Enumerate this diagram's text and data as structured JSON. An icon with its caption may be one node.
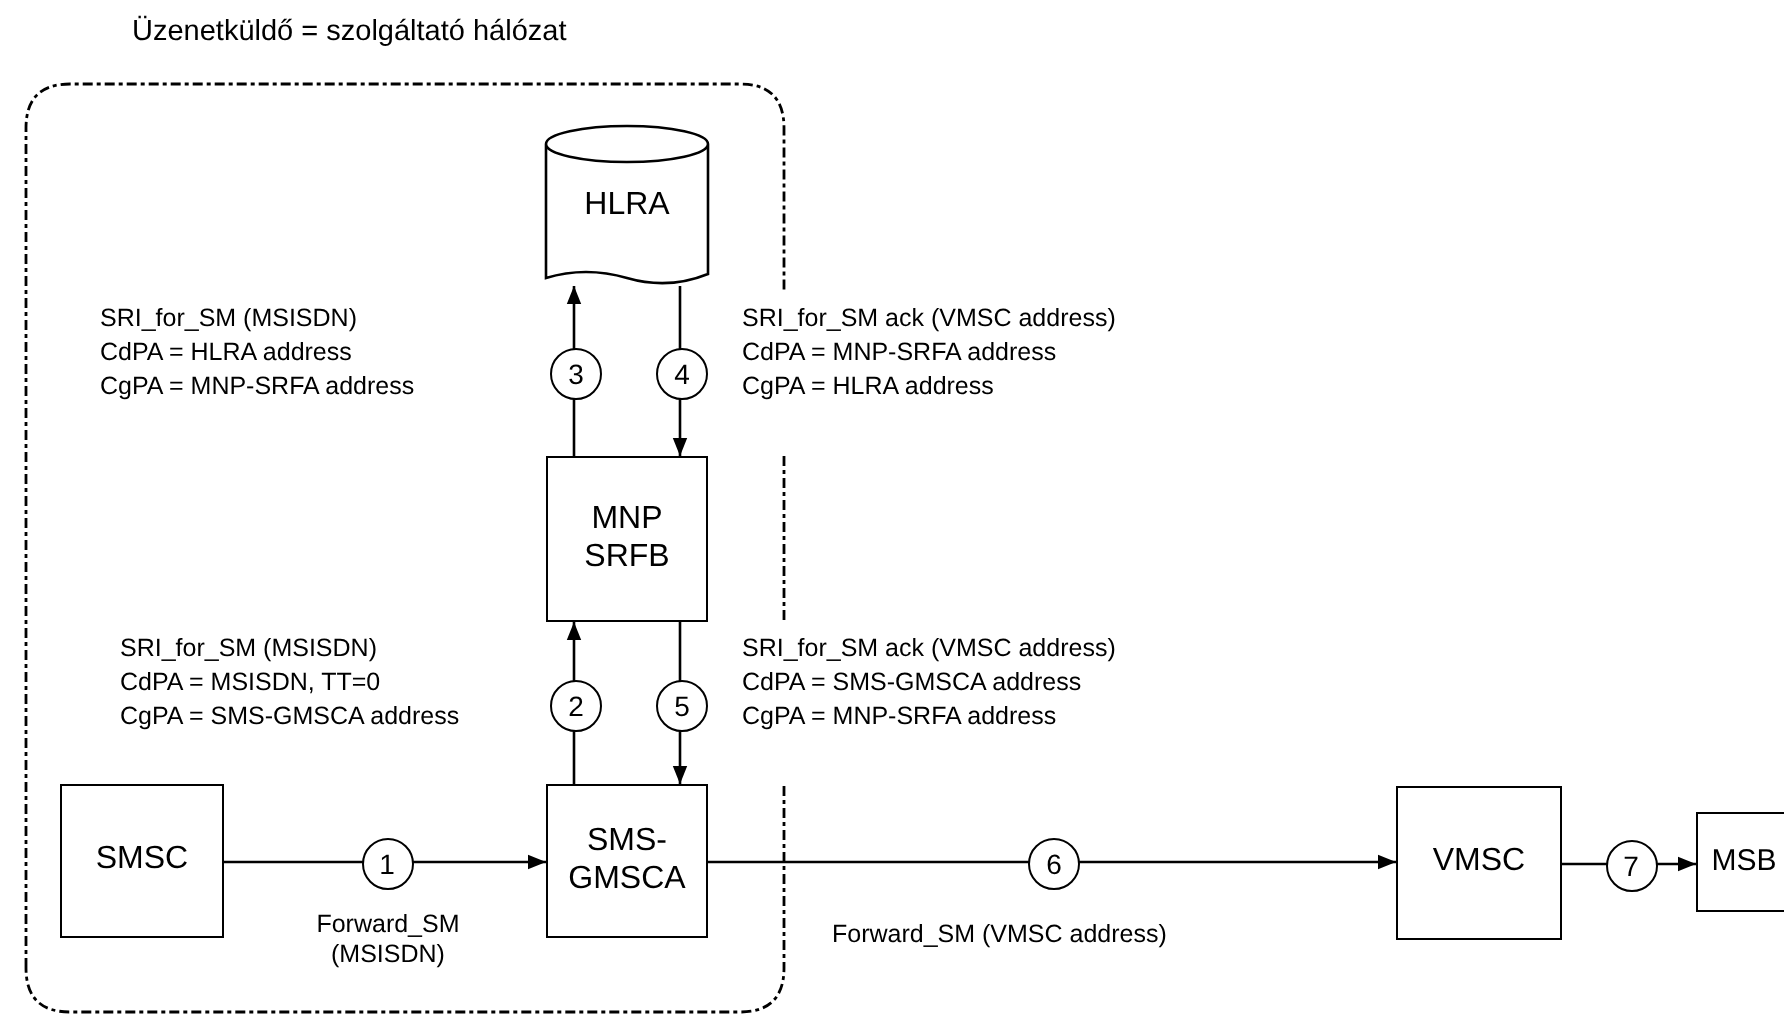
{
  "diagram": {
    "nodes": [
      {
        "text": [
          "Üzenetküldő = szolgáltató hálózat"
        ]
      },
      {
        "text": [
          "HLRA"
        ],
        "in": 0
      },
      {
        "text": [
          "MNP SRFB"
        ],
        "in": 0
      },
      {
        "text": [
          "SMSC"
        ],
        "in": 0
      },
      {
        "text": [
          "SMS- GMSCA"
        ],
        "in": 0
      },
      {
        "text": [
          "VMSC"
        ]
      },
      {
        "text": [
          "MSB"
        ]
      }
    ],
    "edges": [
      {
        "from": 3,
        "to": 4,
        "arrow": "to",
        "label": "1"
      },
      {
        "from": 4,
        "to": 2,
        "arrow": "to",
        "label": "2"
      },
      {
        "from": 2,
        "to": 1,
        "arrow": "to",
        "label": "3"
      },
      {
        "from": 1,
        "to": 2,
        "arrow": "to",
        "label": "4"
      },
      {
        "from": 2,
        "to": 4,
        "arrow": "to",
        "label": "5"
      },
      {
        "from": 4,
        "to": 5,
        "arrow": "to",
        "label": "6"
      },
      {
        "from": 5,
        "to": 6,
        "arrow": "to",
        "label": "7"
      }
    ],
    "labels": [
      "SRI_for_SM (MSISDN)",
      "CdPA = HLRA address",
      "CgPA = MNP-SRFA address",
      "SRI_for_SM ack (VMSC address)",
      "CdPA = MNP-SRFA address",
      "CgPA = HLRA address",
      "SRI_for_SM (MSISDN)",
      "CdPA = MSISDN, TT=0",
      "CgPA = SMS-GMSCA address",
      "SRI_for_SM ack (VMSC address)",
      "CdPA = SMS-GMSCA address",
      "CgPA = MNP-SRFA address",
      "Forward_SM (MSISDN)",
      "Forward_SM (VMSC address)"
    ]
  }
}
